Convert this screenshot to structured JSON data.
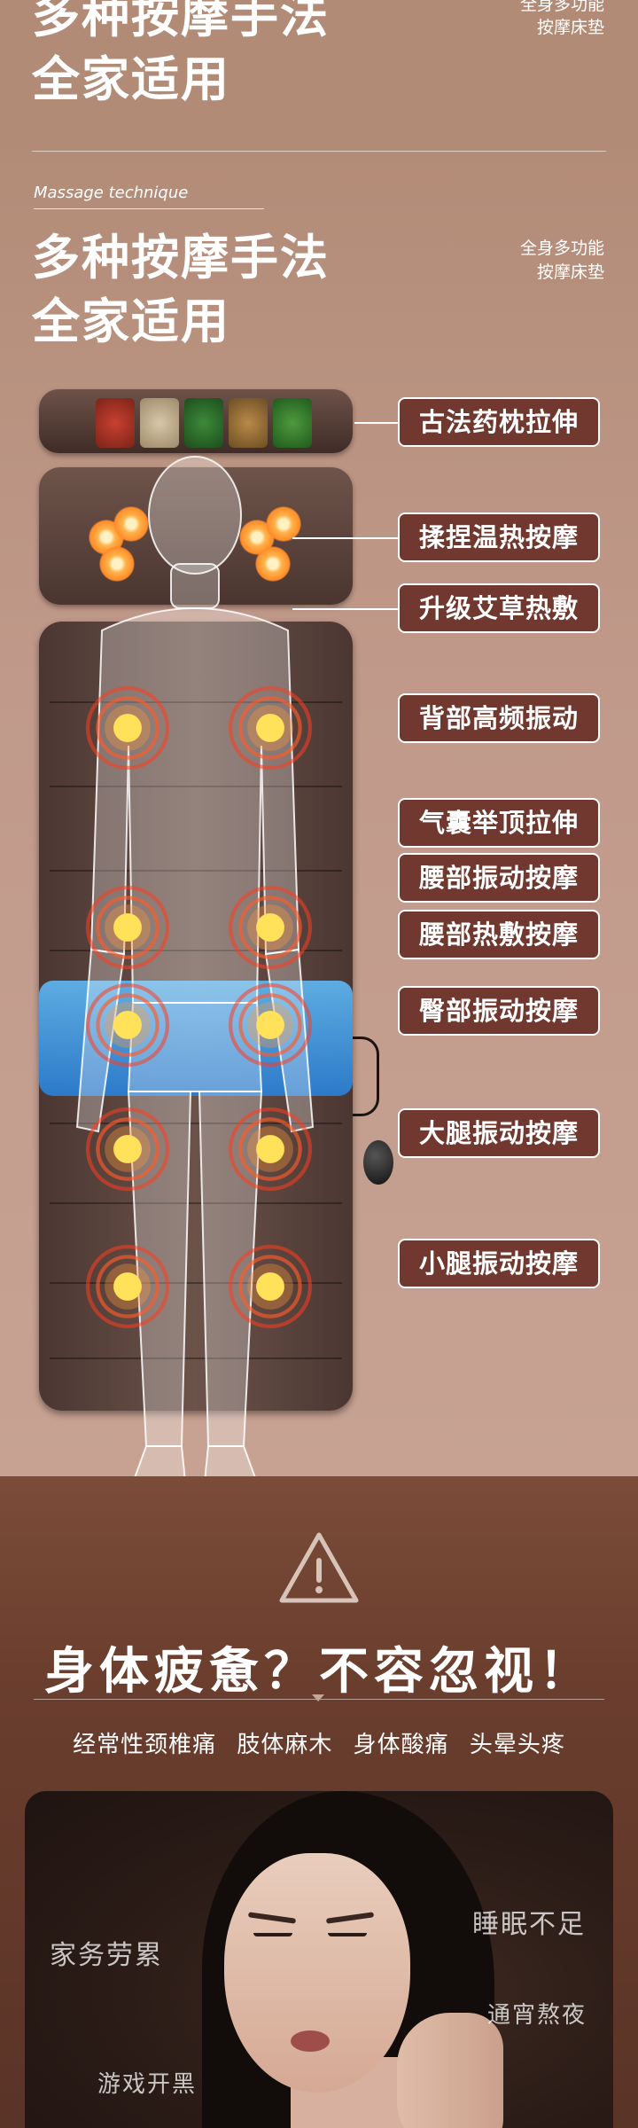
{
  "top_band": {
    "title_line1": "多种按摩手法",
    "title_line2": "全家适用",
    "sub_line1": "全身多功能",
    "sub_line2": "按摩床垫"
  },
  "section": {
    "technique_label": "Massage technique",
    "title_line1": "多种按摩手法",
    "title_line2": "全家适用",
    "sub_line1": "全身多功能",
    "sub_line2": "按摩床垫"
  },
  "callouts": [
    "古法药枕拉伸",
    "揉捏温热按摩",
    "升级艾草热敷",
    "背部高频振动",
    "气囊举顶拉伸",
    "腰部振动按摩",
    "腰部热敷按摩",
    "臀部振动按摩",
    "大腿振动按摩",
    "小腿振动按摩"
  ],
  "colors": {
    "callout_bg": "#70382e",
    "airbag": "#3d95e3",
    "heat": "#ffb24a",
    "fatigue_bg": "#6b3e2e"
  },
  "fatigue": {
    "icon": "warning-triangle-icon",
    "title": "身体疲惫？不容忽视！",
    "symptoms": "经常性颈椎痛 肢体麻木 身体酸痛 头晕头疼",
    "words": {
      "housework": "家务劳累",
      "sleep": "睡眠不足",
      "allnight": "通宵熬夜",
      "gaming": "游戏开黑"
    }
  }
}
